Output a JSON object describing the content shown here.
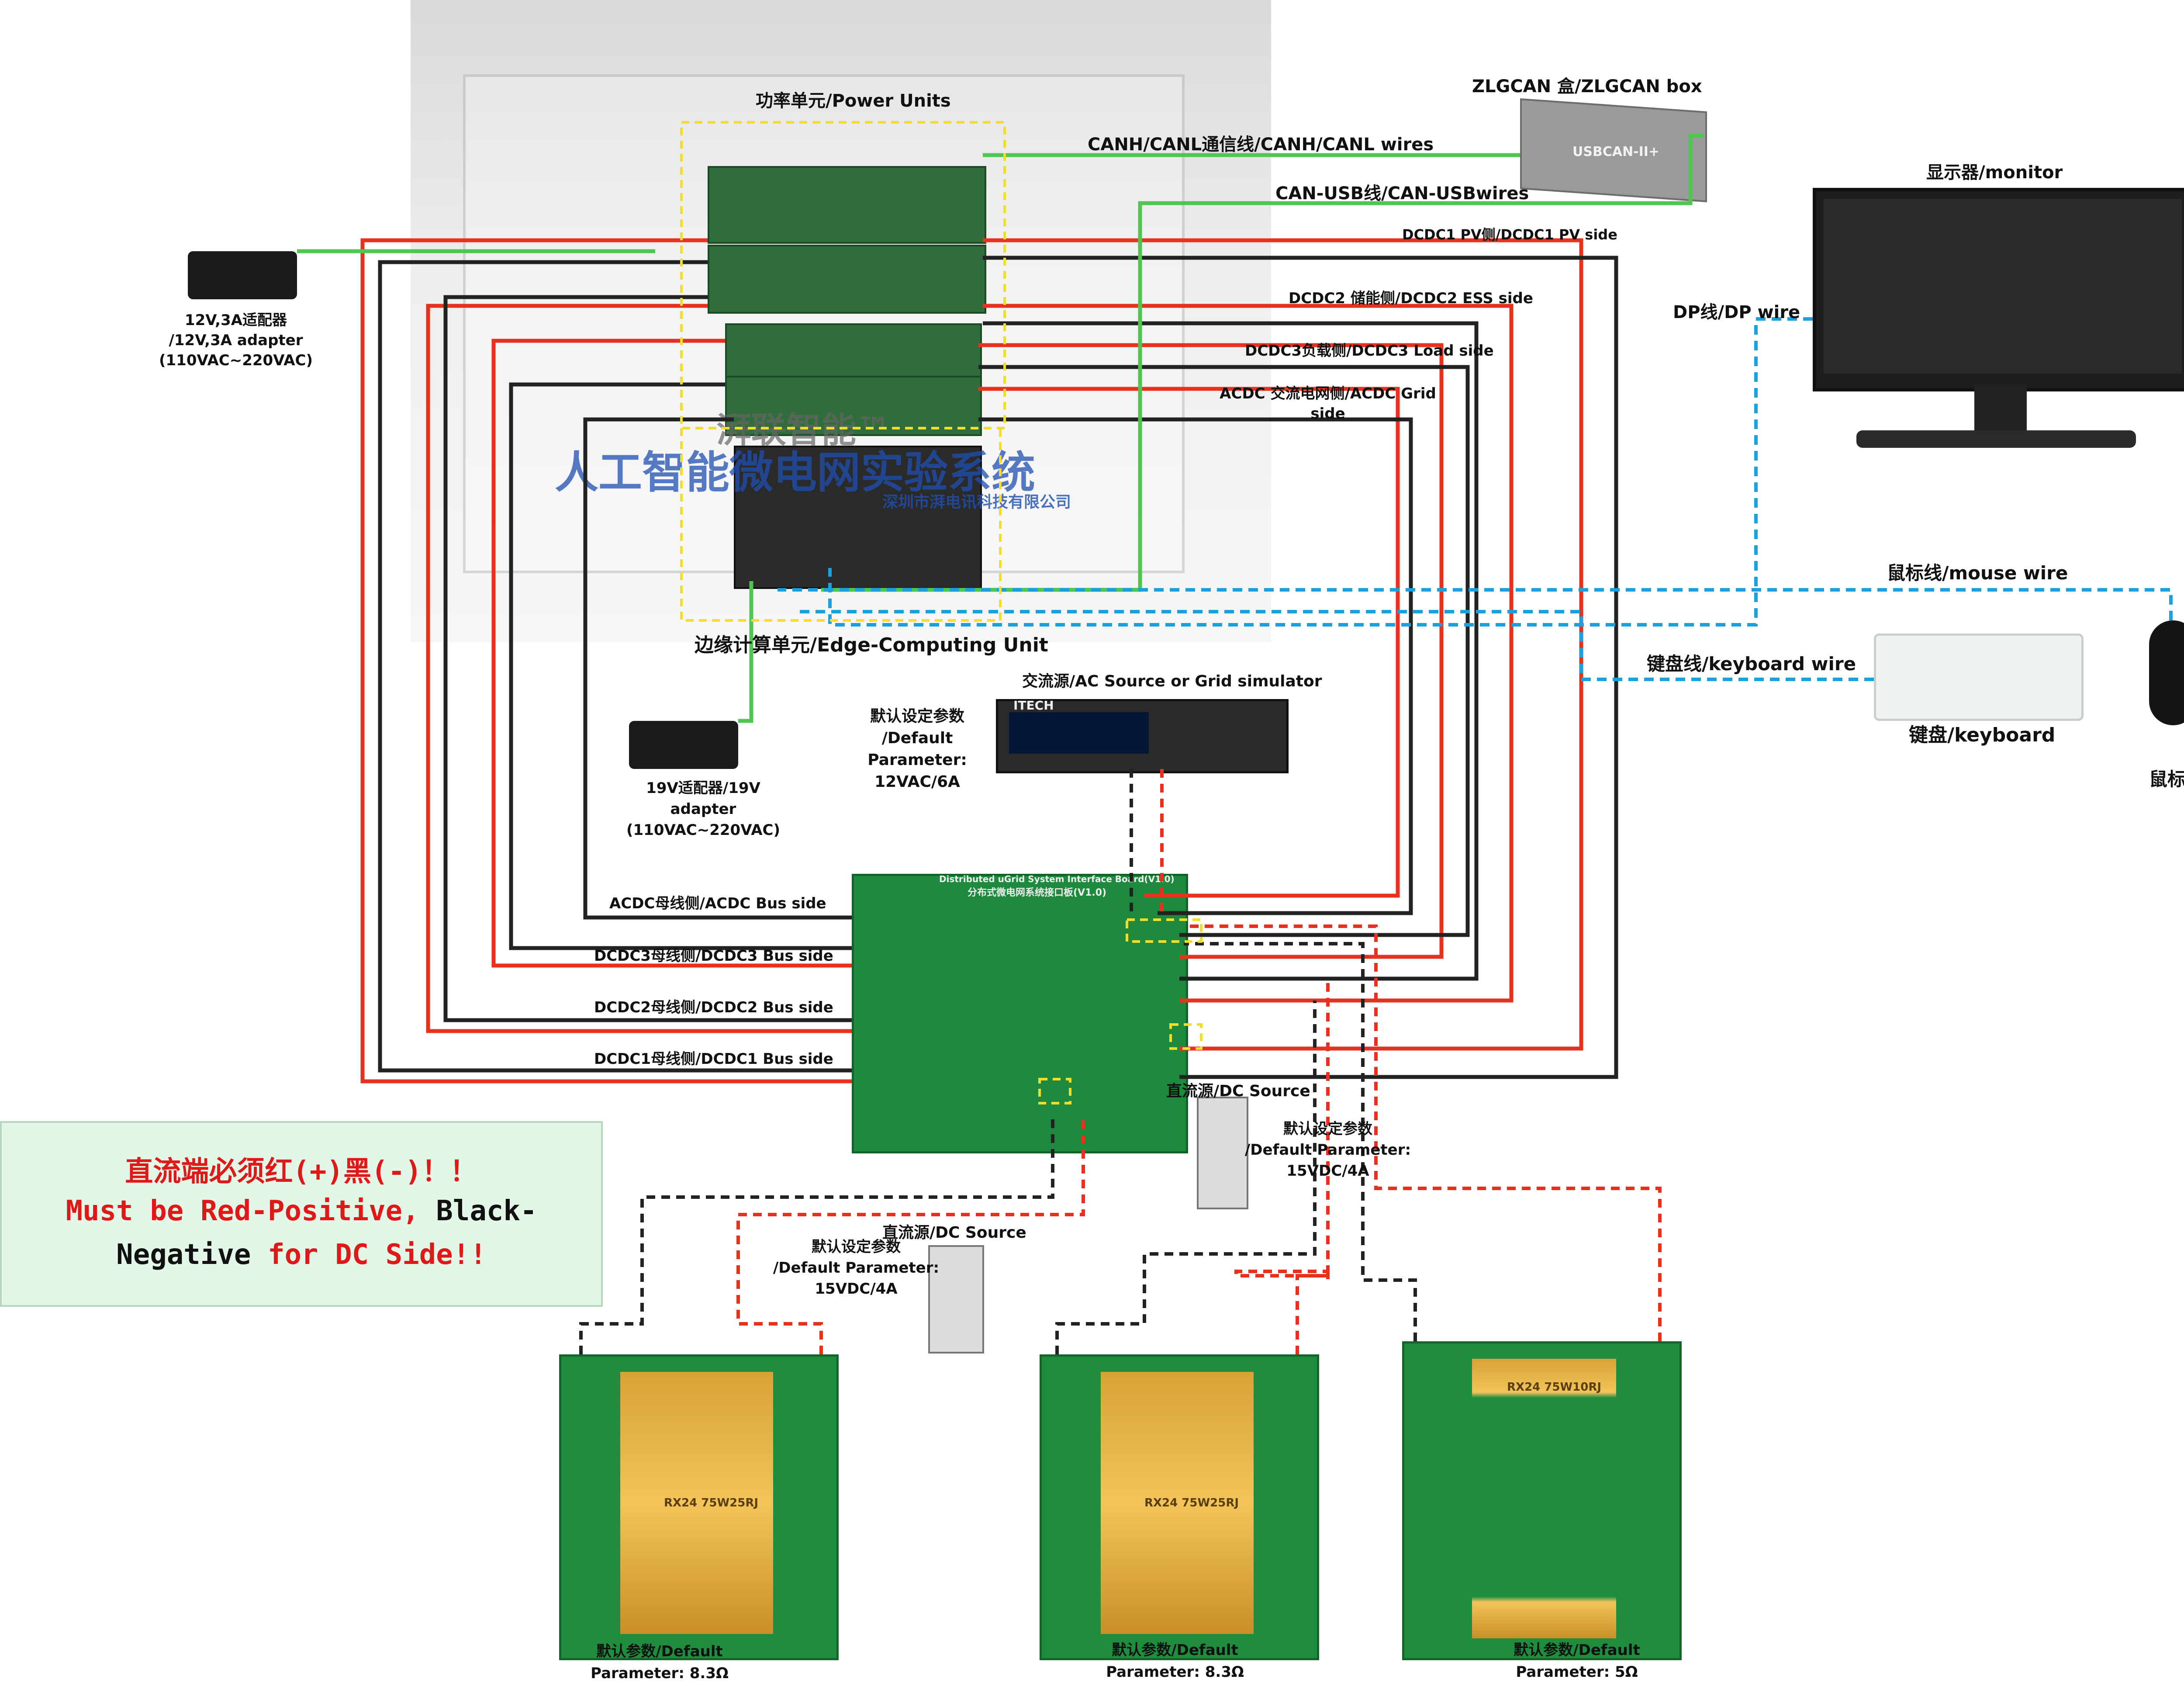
{
  "labels": {
    "power_units": "功率单元/Power Units",
    "zlgcan_box": "ZLGCAN 盒/ZLGCAN box",
    "canh_wires": "CANH/CANL通信线/CANH/CANL wires",
    "can_usb_wires": "CAN-USB线/CAN-USBwires",
    "dcdc1_pv": "DCDC1 PV侧/DCDC1 PV side",
    "dcdc2_ess": "DCDC2 储能侧/DCDC2 ESS side",
    "dcdc3_load": "DCDC3负载侧/DCDC3 Load side",
    "acdc_grid": "ACDC 交流电网侧/ACDC Grid side",
    "monitor": "显示器/monitor",
    "dp_wire": "DP线/DP wire",
    "adapter_12v": "12V,3A适配器\n/12V,3A adapter\n(110VAC~220VAC)",
    "edge_unit": "边缘计算单元/Edge-Computing Unit",
    "mouse_wire": "鼠标线/mouse wire",
    "keyboard_wire": "键盘线/keyboard wire",
    "keyboard": "键盘/keyboard",
    "mouse": "鼠标/mouse",
    "ac_source": "交流源/AC Source or Grid simulator",
    "ac_default": "默认设定参数\n/Default Parameter:\n12VAC/6A",
    "adapter_19v": "19V适配器/19V\nadapter\n(110VAC~220VAC)",
    "acdc_bus": "ACDC母线侧/ACDC Bus side",
    "dcdc3_bus": "DCDC3母线侧/DCDC3 Bus side",
    "dcdc2_bus": "DCDC2母线侧/DCDC2 Bus side",
    "dcdc1_bus": "DCDC1母线侧/DCDC1 Bus side",
    "dc_source_1": "直流源/DC Source",
    "dc_default_1": "默认设定参数\n/Default Parameter:\n15VDC/4A",
    "dc_source_2": "直流源/DC Source",
    "dc_default_2": "默认设定参数\n/Default Parameter:\n15VDC/4A",
    "load1": "默认参数/Default\nParameter: 8.3Ω",
    "load2": "默认参数/Default\nParameter: 8.3Ω",
    "load3": "默认参数/Default\nParameter: 5Ω"
  },
  "warning": {
    "line1": "直流端必须红(+)黑(-)！！",
    "line2_red": "Must be Red-Positive,",
    "line2_black": " Black-",
    "line3_black": "Negative",
    "line3_red": " for DC Side!!"
  },
  "photo_text": {
    "brand": "湃联智能™",
    "system_title": "人工智能微电网实验系统",
    "company": "深圳市湃电讯科技有限公司",
    "can_box_label": "USBCAN-II+",
    "ac_source_brand": "ITECH",
    "interface_board_title": "Distributed uGrid System Interface Board(V1.0)",
    "interface_board_title_cn": "分布式微电网系统接口板(V1.0)",
    "load_resistor_label_1": "RX24 75W25RJ",
    "load_resistor_label_3": "RX24 75W10RJ"
  },
  "colors": {
    "red_wire": "#e8321e",
    "black_wire": "#222222",
    "green_wire": "#4fc64f",
    "blue_wire": "#1aa0dc",
    "yellow_box": "#f2de2a"
  }
}
